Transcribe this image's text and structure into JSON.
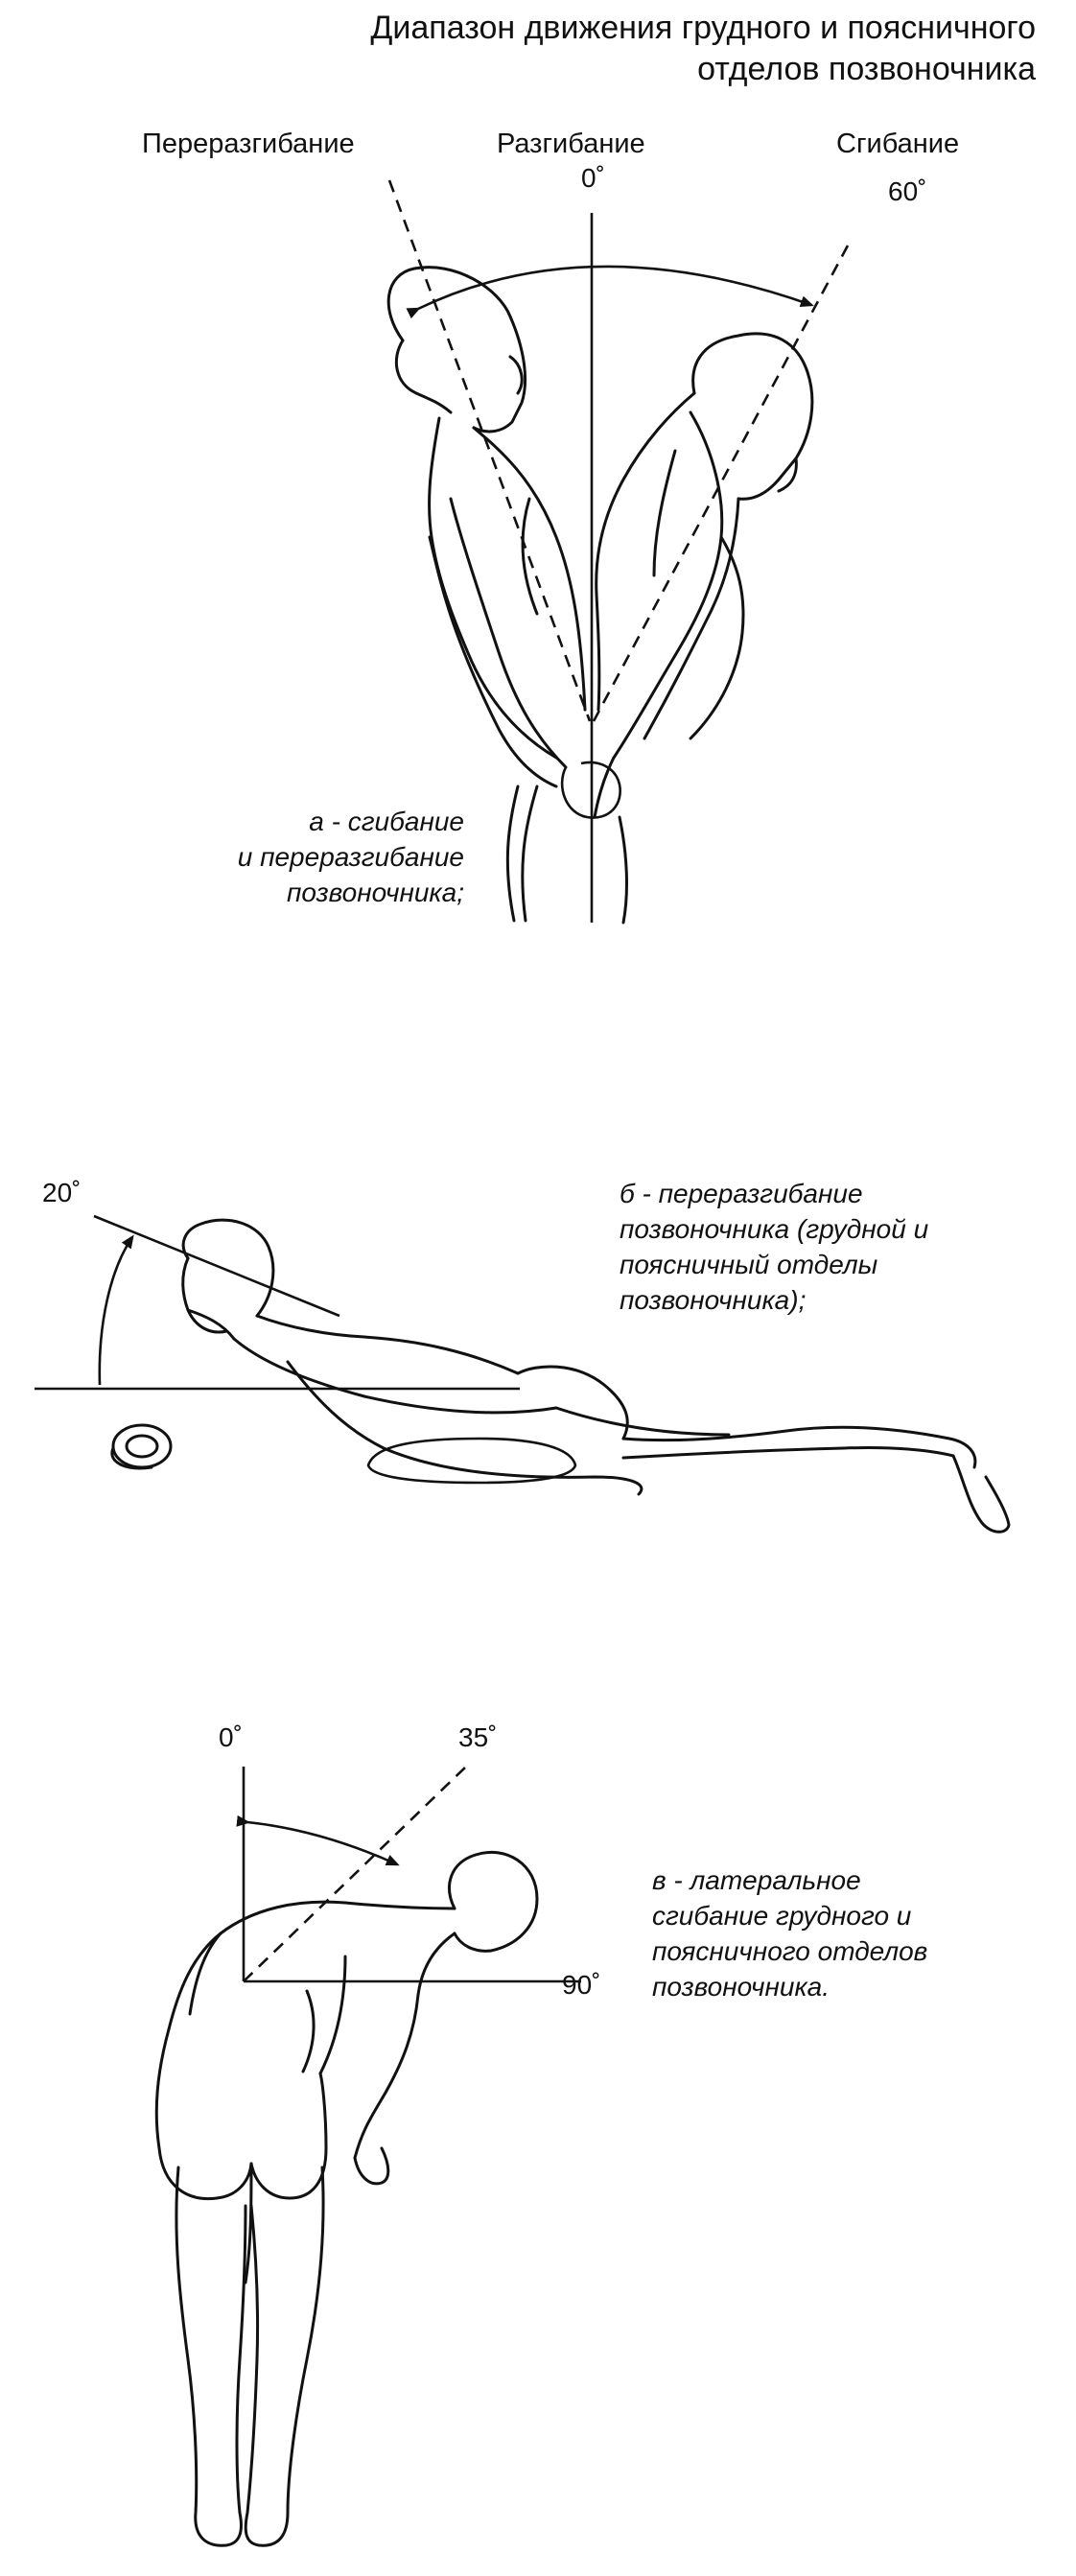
{
  "title": {
    "line1": "Диапазон движения грудного и поясничного",
    "line2": "отделов позвоночника"
  },
  "panel_a": {
    "hyperextension_label": "Переразгибание",
    "extension_label": "Разгибание",
    "extension_degree": "0˚",
    "flexion_label": "Сгибание",
    "flexion_degree": "60˚",
    "caption": [
      "а - сгибание",
      "и переразгибание",
      "позвоночника;"
    ]
  },
  "panel_b": {
    "degree": "20˚",
    "caption": [
      "б - переразгибание",
      "позвоночника (грудной и",
      "поясничный отделы",
      "позвоночника);"
    ]
  },
  "panel_c": {
    "zero_degree": "0˚",
    "bend_degree": "35˚",
    "horizontal_degree": "90˚",
    "caption": [
      "в - латеральное",
      "сгибание грудного и",
      "поясничного отделов",
      "позвоночника."
    ]
  }
}
